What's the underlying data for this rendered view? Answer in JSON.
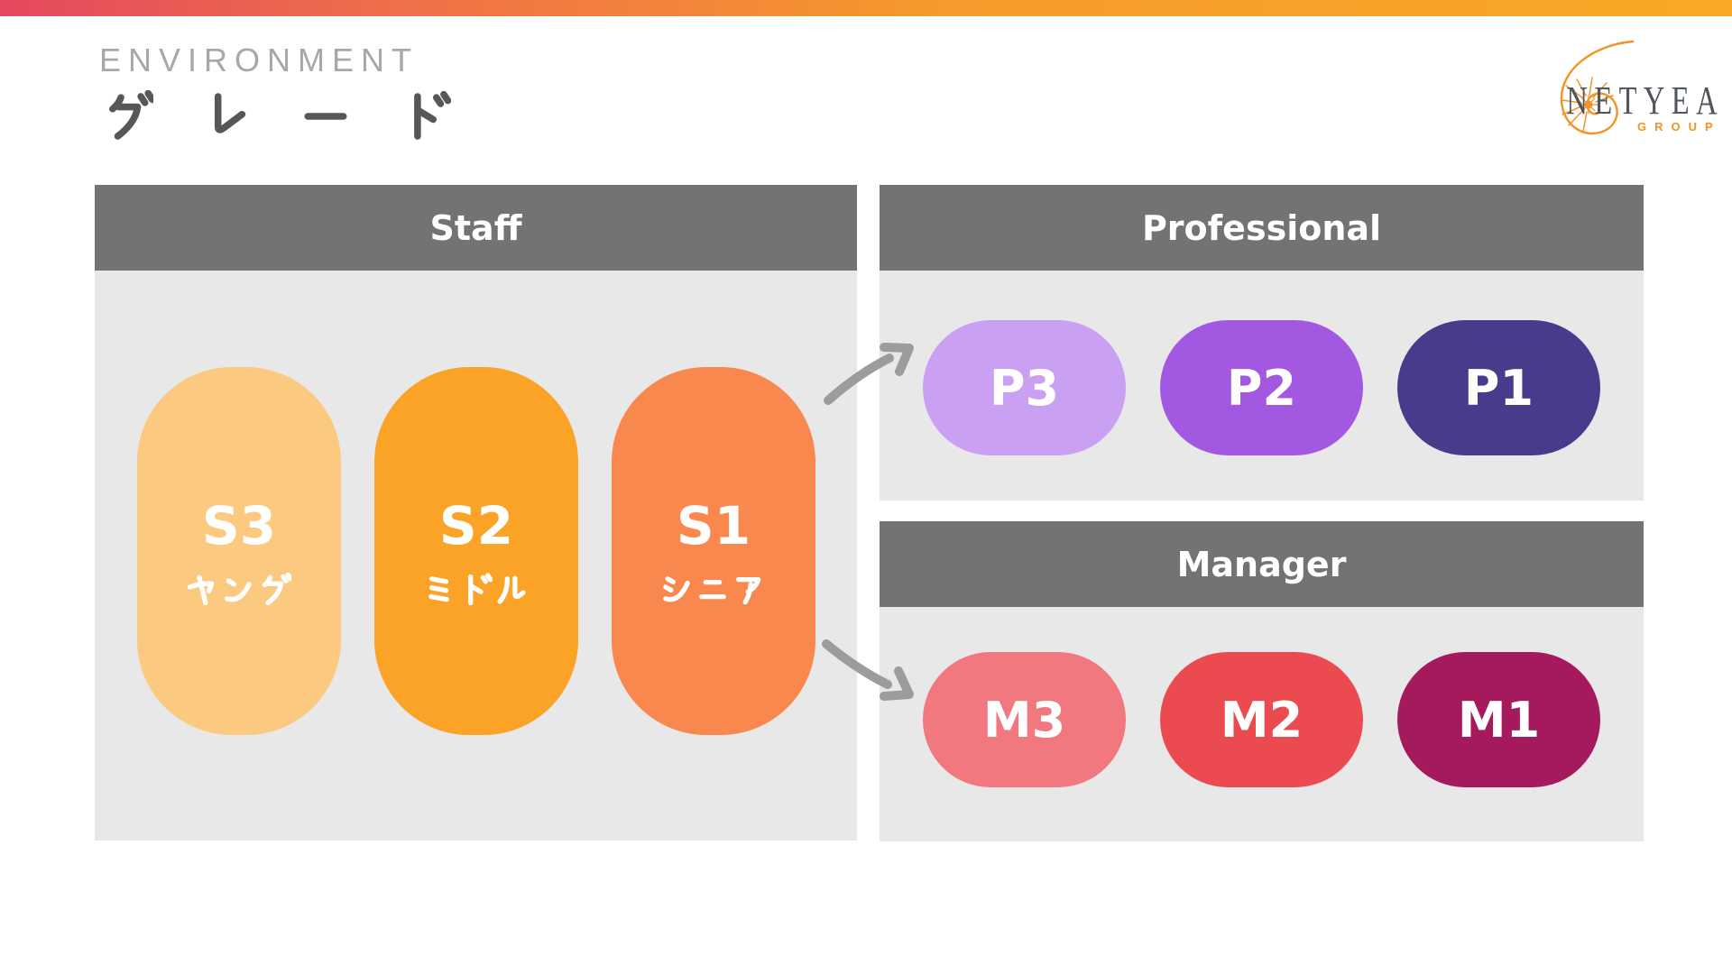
{
  "slide": {
    "eyebrow": "ENVIRONMENT",
    "title": "グレード"
  },
  "logo": {
    "name": "NETYEAR",
    "sub": "GROUP",
    "icon": "nautilus-shell",
    "accent": "#f39324",
    "text_color": "#50555c"
  },
  "groups": [
    {
      "id": "staff",
      "header": "Staff",
      "items": [
        {
          "code": "S3",
          "kana": "ヤング",
          "color": "#fbca80"
        },
        {
          "code": "S2",
          "kana": "ミドル",
          "color": "#fba326"
        },
        {
          "code": "S1",
          "kana": "シニア",
          "color": "#f8884d"
        }
      ]
    },
    {
      "id": "professional",
      "header": "Professional",
      "items": [
        {
          "code": "P3",
          "color": "#c9a0f2"
        },
        {
          "code": "P2",
          "color": "#a358e2"
        },
        {
          "code": "P1",
          "color": "#4a3a8c"
        }
      ]
    },
    {
      "id": "manager",
      "header": "Manager",
      "items": [
        {
          "code": "M3",
          "color": "#f2787f"
        },
        {
          "code": "M2",
          "color": "#ec4a51"
        },
        {
          "code": "M1",
          "color": "#a41a5c"
        }
      ]
    }
  ],
  "colors": {
    "header_bar": "#737373",
    "panel_bg": "#e8e8e8",
    "arrow": "#9c9c9c",
    "eyebrow_text": "#a8a8a8",
    "title_text": "#575757",
    "topbar_left": "#e5485e",
    "topbar_right": "#f9a826"
  }
}
